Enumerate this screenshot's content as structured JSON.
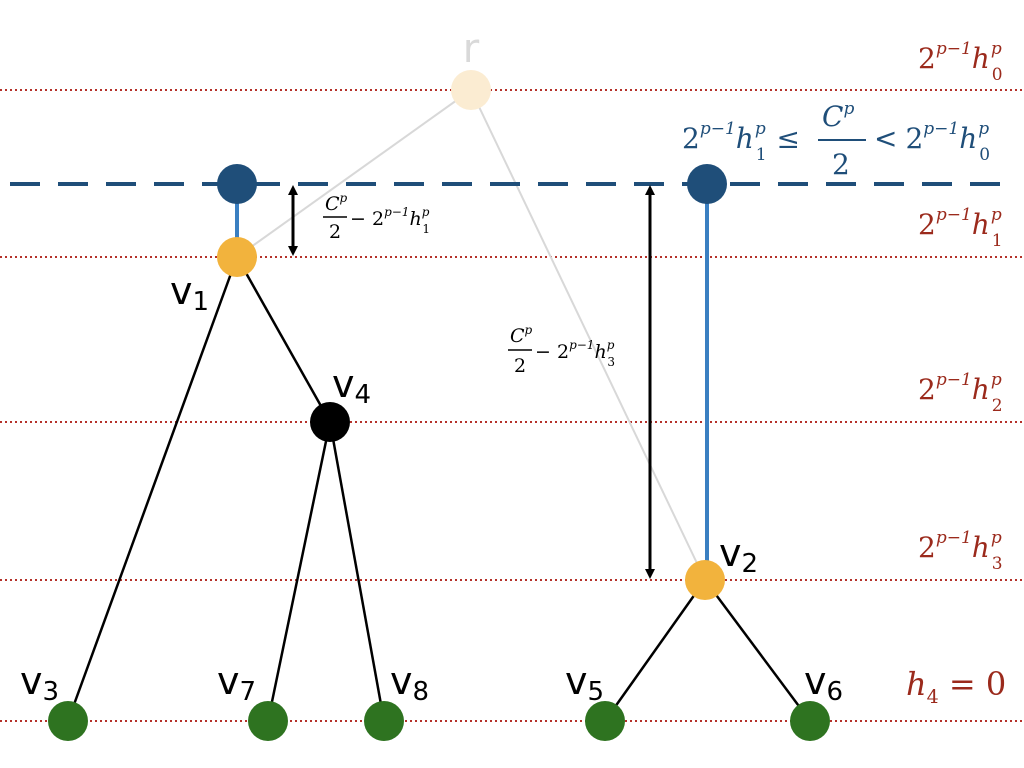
{
  "root_label": "r",
  "nodes": {
    "v1": {
      "letter": "v",
      "sub": "1"
    },
    "v2": {
      "letter": "v",
      "sub": "2"
    },
    "v3": {
      "letter": "v",
      "sub": "3"
    },
    "v4": {
      "letter": "v",
      "sub": "4"
    },
    "v5": {
      "letter": "v",
      "sub": "5"
    },
    "v6": {
      "letter": "v",
      "sub": "6"
    },
    "v7": {
      "letter": "v",
      "sub": "7"
    },
    "v8": {
      "letter": "v",
      "sub": "8"
    }
  },
  "levels": {
    "base": "2",
    "exp": "p−1",
    "h": "h",
    "p": "p",
    "h0_sub": "0",
    "h1_sub": "1",
    "h2_sub": "2",
    "h3_sub": "3",
    "h4_text": "h",
    "h4_sub": "4",
    "h4_rest": " = 0"
  },
  "inequality": {
    "left_base": "2",
    "left_exp": "p−1",
    "left_h": "h",
    "left_sub": "1",
    "left_sup": "p",
    "leq": "≤",
    "num": "C",
    "num_sup": "p",
    "den": "2",
    "lt": "<",
    "right_base": "2",
    "right_exp": "p−1",
    "right_h": "h",
    "right_sub": "0",
    "right_sup": "p"
  },
  "annot1": {
    "num": "C",
    "num_sup": "p",
    "den": "2",
    "minus": " − ",
    "base": "2",
    "exp": "p−1",
    "h": "h",
    "sub": "1",
    "sup": "p"
  },
  "annot2": {
    "num": "C",
    "num_sup": "p",
    "den": "2",
    "minus": " − ",
    "base": "2",
    "exp": "p−1",
    "h": "h",
    "sub": "3",
    "sup": "p"
  },
  "colors": {
    "level_line": "#b5312a",
    "cut_line": "#1f4e79",
    "blue_node": "#1f4e79",
    "blue_edge": "#3a7fc1",
    "orange_node": "#f2b33d",
    "black_node": "#000000",
    "green_node": "#2e7320",
    "root_faded": "#fbecd2",
    "faded_edge": "#d8d8d8"
  }
}
